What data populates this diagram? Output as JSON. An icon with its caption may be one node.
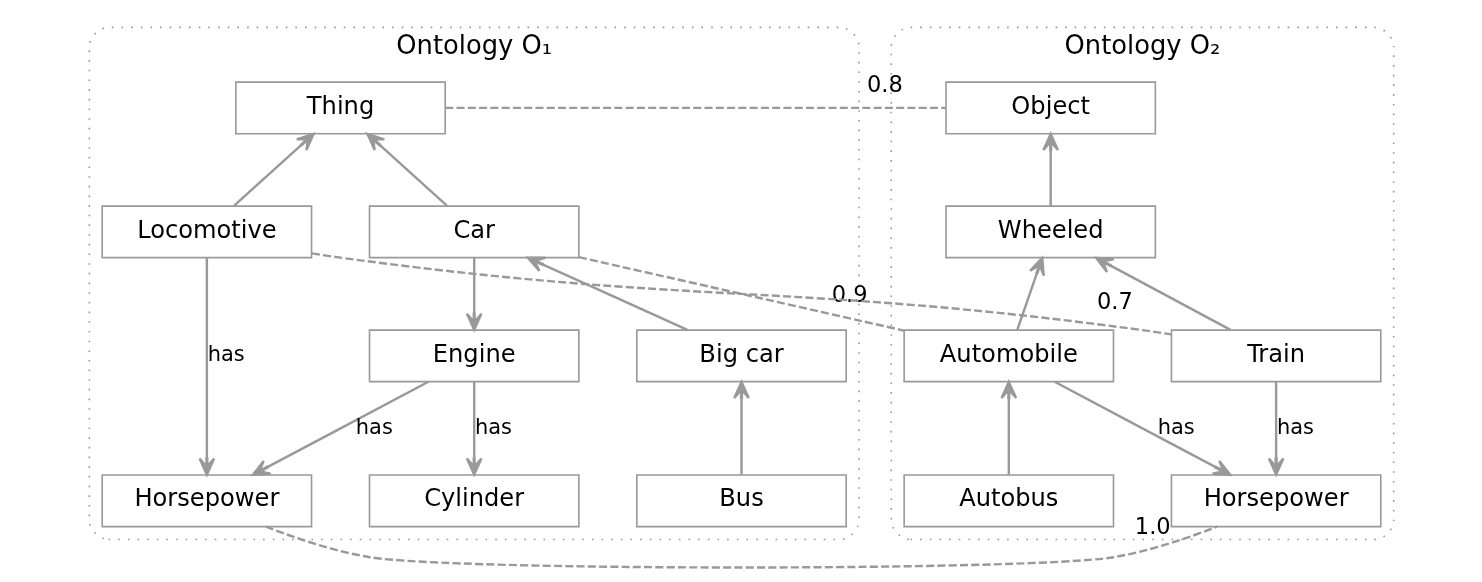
{
  "diagram": {
    "nodes": [
      {
        "text": [
          "Ontology O₁"
        ]
      },
      {
        "text": [
          "Thing"
        ],
        "in": 0
      },
      {
        "text": [
          "Car"
        ],
        "in": 0
      },
      {
        "text": [
          "Locomotive"
        ],
        "in": 0
      },
      {
        "text": [
          "Big car"
        ],
        "in": 0
      },
      {
        "text": [
          "Engine"
        ],
        "in": 0
      },
      {
        "text": [
          "Bus"
        ],
        "in": 0
      },
      {
        "text": [
          "Cylinder"
        ],
        "in": 0
      },
      {
        "text": [
          "Horsepower"
        ],
        "in": 0
      },
      {
        "text": [
          "Ontology O₂"
        ]
      },
      {
        "text": [
          "Object"
        ],
        "in": 9
      },
      {
        "text": [
          "Wheeled"
        ],
        "in": 9
      },
      {
        "text": [
          "Train"
        ],
        "in": 9
      },
      {
        "text": [
          "Automobile"
        ],
        "in": 9
      },
      {
        "text": [
          "Horsepower"
        ],
        "in": 9
      },
      {
        "text": [
          "Autobus"
        ],
        "in": 9
      }
    ],
    "edges": [
      {
        "from": 2,
        "to": 1,
        "arrow": "to"
      },
      {
        "from": 3,
        "to": 1,
        "arrow": "to"
      },
      {
        "from": 4,
        "to": 2,
        "arrow": "to"
      },
      {
        "from": 6,
        "to": 4,
        "arrow": "to"
      },
      {
        "from": 2,
        "to": 5,
        "arrow": "to"
      },
      {
        "from": 5,
        "to": 7,
        "arrow": "to",
        "label": "has"
      },
      {
        "from": 5,
        "to": 8,
        "arrow": "to",
        "label": "has"
      },
      {
        "from": 3,
        "to": 8,
        "arrow": "to",
        "label": "has"
      },
      {
        "from": 11,
        "to": 10,
        "arrow": "to"
      },
      {
        "from": 12,
        "to": 11,
        "arrow": "to"
      },
      {
        "from": 13,
        "to": 11,
        "arrow": "to"
      },
      {
        "from": 15,
        "to": 13,
        "arrow": "to"
      },
      {
        "from": 12,
        "to": 14,
        "arrow": "to",
        "label": "has"
      },
      {
        "from": 13,
        "to": 14,
        "arrow": "to",
        "label": "has"
      },
      {
        "from": 1,
        "to": 10,
        "arrow": "none",
        "style": "dashed",
        "label": "0.8"
      },
      {
        "from": 2,
        "to": 13,
        "arrow": "none",
        "style": "dashed",
        "label": "0.9"
      },
      {
        "from": 3,
        "to": 12,
        "arrow": "none",
        "style": "dashed",
        "label": "0.7"
      },
      {
        "from": 8,
        "to": 14,
        "arrow": "none",
        "style": "dashed",
        "label": "1.0"
      }
    ]
  }
}
